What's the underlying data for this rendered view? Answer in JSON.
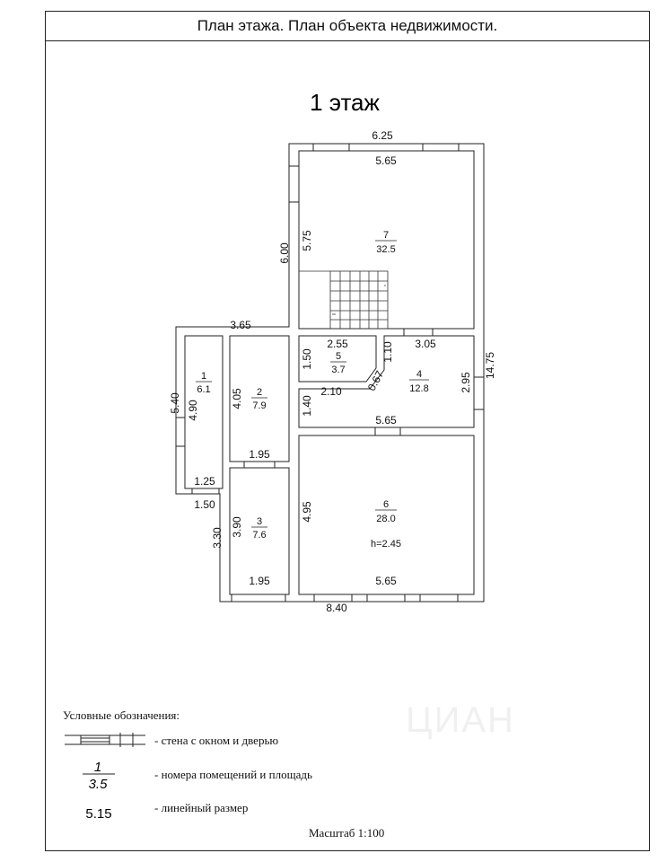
{
  "page": {
    "title": "План этажа. План объекта недвижимости.",
    "floor_label": "1 этаж",
    "scale": "Масштаб 1:100"
  },
  "rooms": [
    {
      "number": "7",
      "area": "32.5"
    },
    {
      "number": "1",
      "area": "6.1"
    },
    {
      "number": "2",
      "area": "7.9"
    },
    {
      "number": "5",
      "area": "3.7"
    },
    {
      "number": "4",
      "area": "12.8"
    },
    {
      "number": "3",
      "area": "7.6"
    },
    {
      "number": "6",
      "area": "28.0"
    }
  ],
  "ceiling_height": "h=2.45",
  "dimensions": {
    "top_outer": "6.25",
    "top_inner": "5.65",
    "left_outer_upper": "6.00",
    "left_inner_upper": "5.75",
    "step_width": "3.65",
    "room5_top": "2.55",
    "room4_top": "3.05",
    "room5_height": "1.50",
    "room5_right": "1.10",
    "diag": "0.67",
    "room4_right": "2.95",
    "total_right": "14.75",
    "corridor_bottom": "2.10",
    "corridor_door": "1.40",
    "room2_height": "4.05",
    "room1_outer": "5.40",
    "room1_inner": "4.90",
    "room6_top": "5.65",
    "room3_top": "1.95",
    "room1_bottom_inner": "1.25",
    "room1_bottom_outer": "1.50",
    "room6_height": "4.95",
    "room3_height": "3.90",
    "room3_outer": "3.30",
    "room3_bottom": "1.95",
    "room6_bottom": "5.65",
    "bottom_total": "8.40"
  },
  "legend": {
    "heading": "Условные обозначения:",
    "wall_desc": "- стена с окном и дверью",
    "room_desc": "- номера помещений и площадь",
    "dim_desc": "- линейный размер",
    "sample_number": "1",
    "sample_area": "3.5",
    "sample_dim": "5.15"
  },
  "watermark": "ЦИАН"
}
